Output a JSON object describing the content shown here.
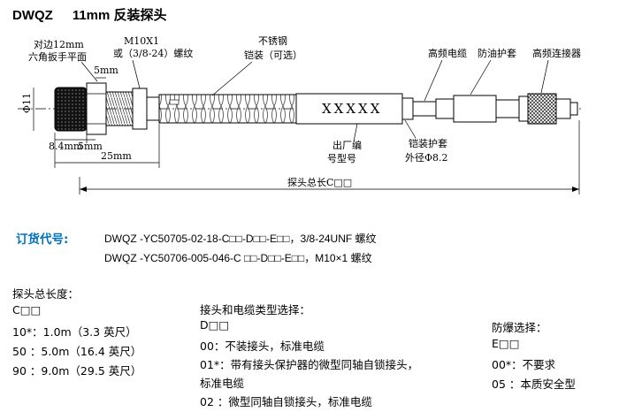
{
  "title": {
    "model": "DWQZ",
    "desc": "11mm 反装探头"
  },
  "drawing": {
    "hex_note_1": "对边12mm",
    "hex_note_2": "六角扳手平面",
    "thread_1": "M10X1",
    "thread_2": "或（3/8-24）螺纹",
    "armor_1": "不锈钢",
    "armor_2": "铠装（可选）",
    "cable": "高频电缆",
    "oil_guard": "防油护套",
    "connector": "高频连接器",
    "dim_5mm": "5mm",
    "dim_phi11": "Φ11",
    "dim_8_4": "8.4mm",
    "dim_5mm_b": "5mm",
    "dim_25mm": "25mm",
    "factory_1": "出厂编",
    "factory_2": "号型号",
    "sleeve_1": "铠装护套",
    "sleeve_2": "外径Φ8.2",
    "total_len": "探头总长C□□",
    "xmarks": "XXXXX"
  },
  "order": {
    "label": "订货代号:",
    "line1": "DWQZ -YC50705-02-18-C□□-D□□-E□□，3/8-24UNF 螺纹",
    "line2": "DWQZ -YC50706-005-046-C □□-D□□-E□□，M10×1 螺纹"
  },
  "length": {
    "heading": "探头总长度：",
    "code": "C□□",
    "items": [
      "10*：1.0m（3.3 英尺）",
      "50 ：5.0m（16.4 英尺）",
      "90 ：9.0m（29.5 英尺）"
    ]
  },
  "connector_sel": {
    "heading": "接头和电缆类型选择：",
    "code": "D□□",
    "items": [
      "00：不装接头，标准电缆",
      "01*：带有接头保护器的微型同轴自锁接头，",
      "标准电缆",
      "02 ：微型同轴自锁接头，标准电缆"
    ]
  },
  "explosion": {
    "heading": "防爆选择：",
    "code": "E□□",
    "items": [
      "00*：不要求",
      "05 ：本质安全型"
    ]
  }
}
